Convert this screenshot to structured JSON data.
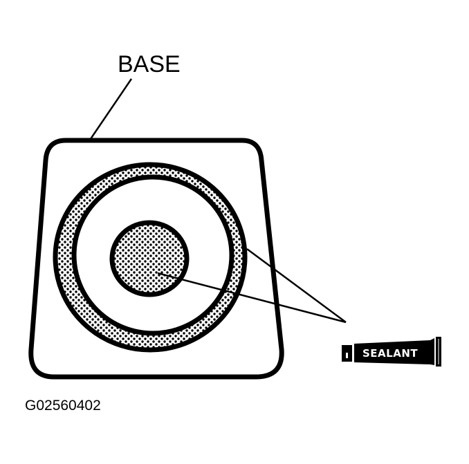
{
  "diagram": {
    "labels": {
      "base": "BASE",
      "sealant": "SEALANT",
      "figure_id": "G02560402"
    },
    "colors": {
      "ink": "#000000",
      "background": "#ffffff"
    },
    "parts": [
      {
        "name": "base",
        "shape": "rounded trapezoid plate"
      },
      {
        "name": "outer sealant ring",
        "shape": "annular dotted band"
      },
      {
        "name": "center sealant dot",
        "shape": "dotted circle"
      },
      {
        "name": "sealant tube",
        "shape": "tube icon with label"
      }
    ]
  }
}
